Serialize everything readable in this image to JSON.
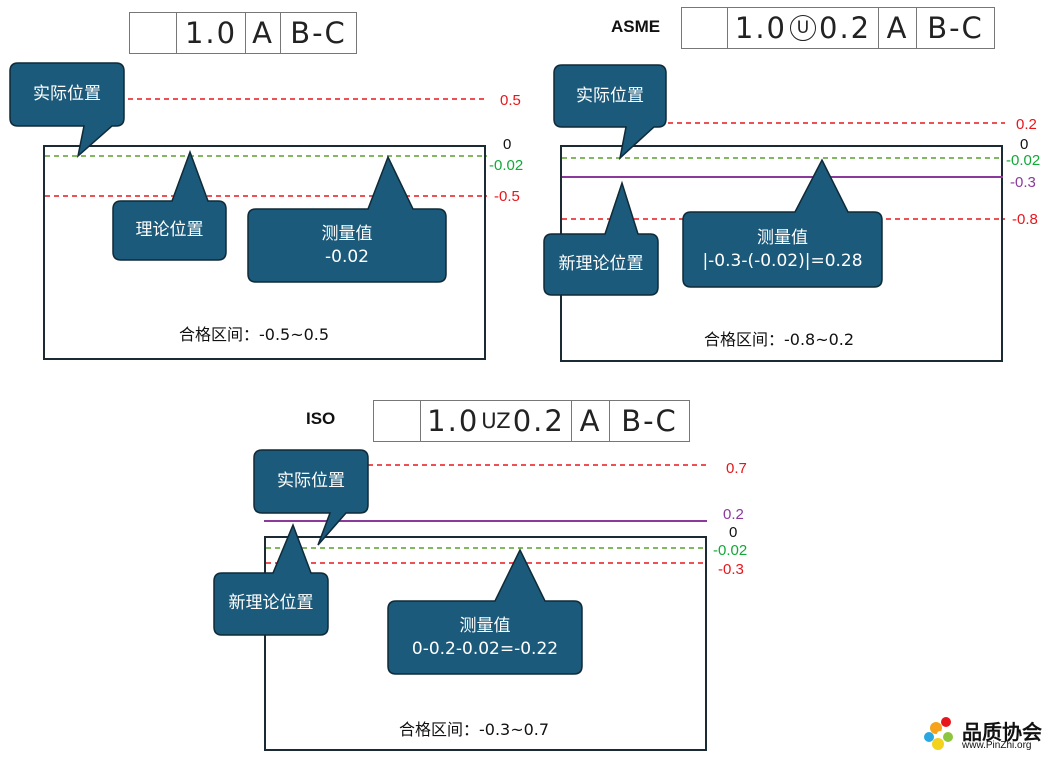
{
  "panels": {
    "basic": {
      "fcf": {
        "symbol": "profile-of-surface-icon",
        "tolerance": "1.0",
        "datum_a": "A",
        "datum_bc": "B-C"
      },
      "callout_actual": "实际位置",
      "callout_theory": "理论位置",
      "callout_measure_title": "测量值",
      "callout_measure_value": "-0.02",
      "labels": {
        "upper": "0.5",
        "zero": "0",
        "measured": "-0.02",
        "lower": "-0.5"
      },
      "range": "合格区间：-0.5~0.5"
    },
    "asme": {
      "standard": "ASME",
      "fcf": {
        "symbol": "profile-of-surface-icon",
        "tolerance": "1.0",
        "modifier": "U",
        "offset": "0.2",
        "datum_a": "A",
        "datum_bc": "B-C"
      },
      "callout_actual": "实际位置",
      "callout_new_theory": "新理论位置",
      "callout_measure_title": "测量值",
      "callout_measure_value": "|-0.3-(-0.02)|=0.28",
      "labels": {
        "upper": "0.2",
        "zero": "0",
        "measured": "-0.02",
        "shift": "-0.3",
        "lower": "-0.8"
      },
      "range": "合格区间：-0.8~0.2"
    },
    "iso": {
      "standard": "ISO",
      "fcf": {
        "symbol": "profile-of-surface-icon",
        "tolerance": "1.0",
        "modifier": "UZ",
        "offset": "0.2",
        "datum_a": "A",
        "datum_bc": "B-C"
      },
      "callout_actual": "实际位置",
      "callout_new_theory": "新理论位置",
      "callout_measure_title": "测量值",
      "callout_measure_value": "0-0.2-0.02=-0.22",
      "labels": {
        "upper": "0.7",
        "shift": "0.2",
        "zero": "0",
        "measured": "-0.02",
        "lower": "-0.3"
      },
      "range": "合格区间：-0.3~0.7"
    }
  },
  "logo": {
    "name": "品质协会",
    "url": "www.PinZhi.org"
  },
  "colors": {
    "callout": "#1b5a7a",
    "red": "#e8161b",
    "green": "#12a838",
    "purple": "#8b3a9c"
  }
}
